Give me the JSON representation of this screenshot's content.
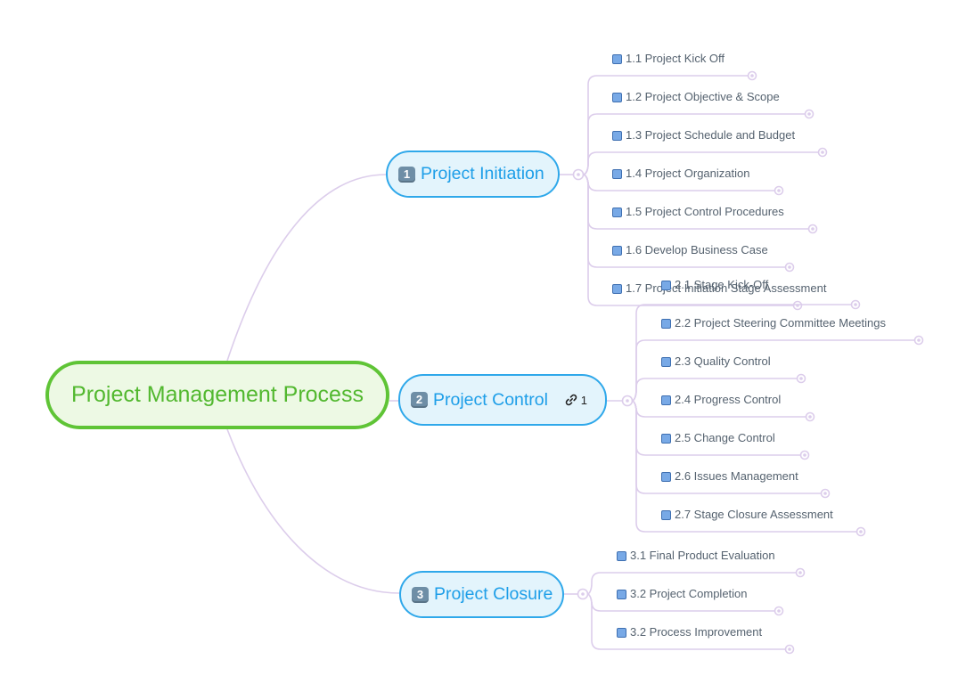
{
  "diagram": {
    "root": "Project Management Process",
    "colors": {
      "root_border": "#5fc436",
      "root_fill": "#edf9e4",
      "root_text": "#52b82f",
      "branch_border": "#2fa8ea",
      "branch_fill": "#e3f4fc",
      "branch_text": "#1d9ee8",
      "line": "#dccdeb",
      "task_icon": "#78a9e6"
    },
    "branches": [
      {
        "badge": "1",
        "label": "Project Initiation",
        "children": [
          "1.1 Project Kick Off",
          "1.2 Project Objective & Scope",
          "1.3 Project Schedule and Budget",
          "1.4 Project Organization",
          "1.5 Project Control Procedures",
          "1.6 Develop Business Case",
          "1.7 Project Initiation Stage Assessment"
        ]
      },
      {
        "badge": "2",
        "label": "Project Control",
        "link_count": "1",
        "link_icon": "link-icon",
        "children": [
          "2.1 Stage Kick-Off",
          "2.2 Project Steering Committee Meetings",
          "2.3 Quality Control",
          "2.4 Progress Control",
          "2.5 Change Control",
          "2.6 Issues Management",
          "2.7 Stage Closure Assessment"
        ]
      },
      {
        "badge": "3",
        "label": "Project Closure",
        "children": [
          "3.1 Final Product Evaluation",
          "3.2 Project Completion",
          "3.2 Process Improvement"
        ]
      }
    ]
  }
}
